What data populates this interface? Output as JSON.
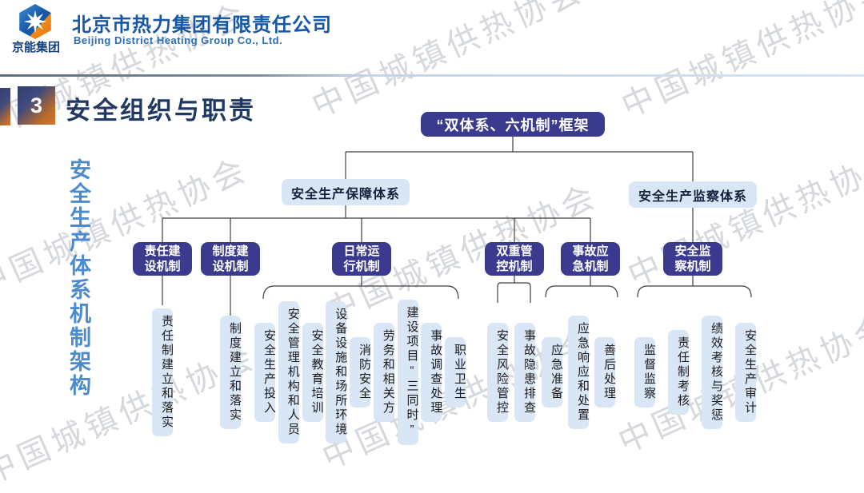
{
  "header": {
    "logo_text": "京能集团",
    "company_name_cn": "北京市热力集团有限责任公司",
    "company_name_en": "Beijing District Heating Group Co., Ltd."
  },
  "slide": {
    "section_number": "3",
    "title": "安全组织与职责",
    "side_label": "安全生产体系机制架构"
  },
  "watermark": {
    "text": "中国城镇供热协会"
  },
  "org_chart": {
    "root": "“双体系、六机制”框架",
    "branches": [
      {
        "label": "安全生产保障体系",
        "mechanisms": [
          {
            "label": "责任建设机制",
            "display": "责任建\n设机制",
            "leaves": [
              "责任制建立和落实"
            ]
          },
          {
            "label": "制度建设机制",
            "display": "制度建\n设机制",
            "leaves": [
              "制度建立和落实"
            ]
          },
          {
            "label": "日常运行机制",
            "display": "日常运\n行机制",
            "leaves": [
              "安全生产投入",
              "安全管理机构和人员",
              "安全教育培训",
              "设备设施和场所环境",
              "消防安全",
              "劳务和相关方",
              "建设项目“三同时”",
              "事故调查处理",
              "职业卫生"
            ]
          },
          {
            "label": "双重管控机制",
            "display": "双重管\n控机制",
            "leaves": [
              "安全风险管控",
              "事故隐患排查"
            ]
          },
          {
            "label": "事故应急机制",
            "display": "事故应\n急机制",
            "leaves": [
              "应急准备",
              "应急响应和处置",
              "善后处理"
            ]
          }
        ]
      },
      {
        "label": "安全生产监察体系",
        "mechanisms": [
          {
            "label": "安全监察机制",
            "display": "安全监\n察机制",
            "leaves": [
              "监督监察",
              "责任制考核",
              "绩效考核与奖惩",
              "安全生产审计"
            ]
          }
        ]
      }
    ],
    "colors": {
      "node_dark": "#3a3b8f",
      "node_light": "#d9e6f6",
      "line": "#3f3f3f",
      "accent_orange": "#d4752a",
      "title_navy": "#1f3864",
      "side_label_blue": "#4b8bcd"
    }
  }
}
